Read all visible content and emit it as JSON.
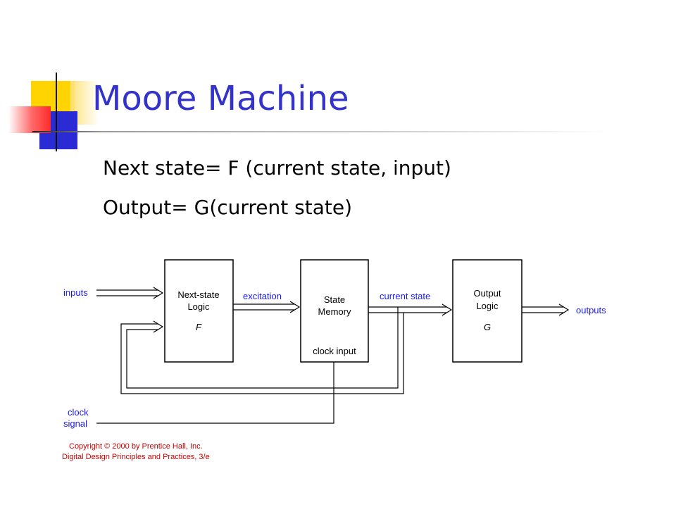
{
  "title": "Moore Machine",
  "bullets": [
    "Next state= F (current state, input)",
    "Output= G(current state)"
  ],
  "diagram": {
    "blocks": {
      "next_state": {
        "line1": "Next-state",
        "line2": "Logic",
        "func": "F"
      },
      "state_memory": {
        "line1": "State",
        "line2": "Memory",
        "clock": "clock input"
      },
      "output": {
        "line1": "Output",
        "line2": "Logic",
        "func": "G"
      }
    },
    "signals": {
      "inputs": "inputs",
      "excitation": "excitation",
      "current_state": "current state",
      "outputs": "outputs",
      "clock_line1": "clock",
      "clock_line2": "signal"
    },
    "copyright_line1": "Copyright © 2000 by Prentice Hall, Inc.",
    "copyright_line2": "Digital Design Principles and Practices, 3/e"
  },
  "colors": {
    "title": "#3333cc",
    "signal_label": "#1a1aff",
    "copyright": "#cc0000"
  }
}
